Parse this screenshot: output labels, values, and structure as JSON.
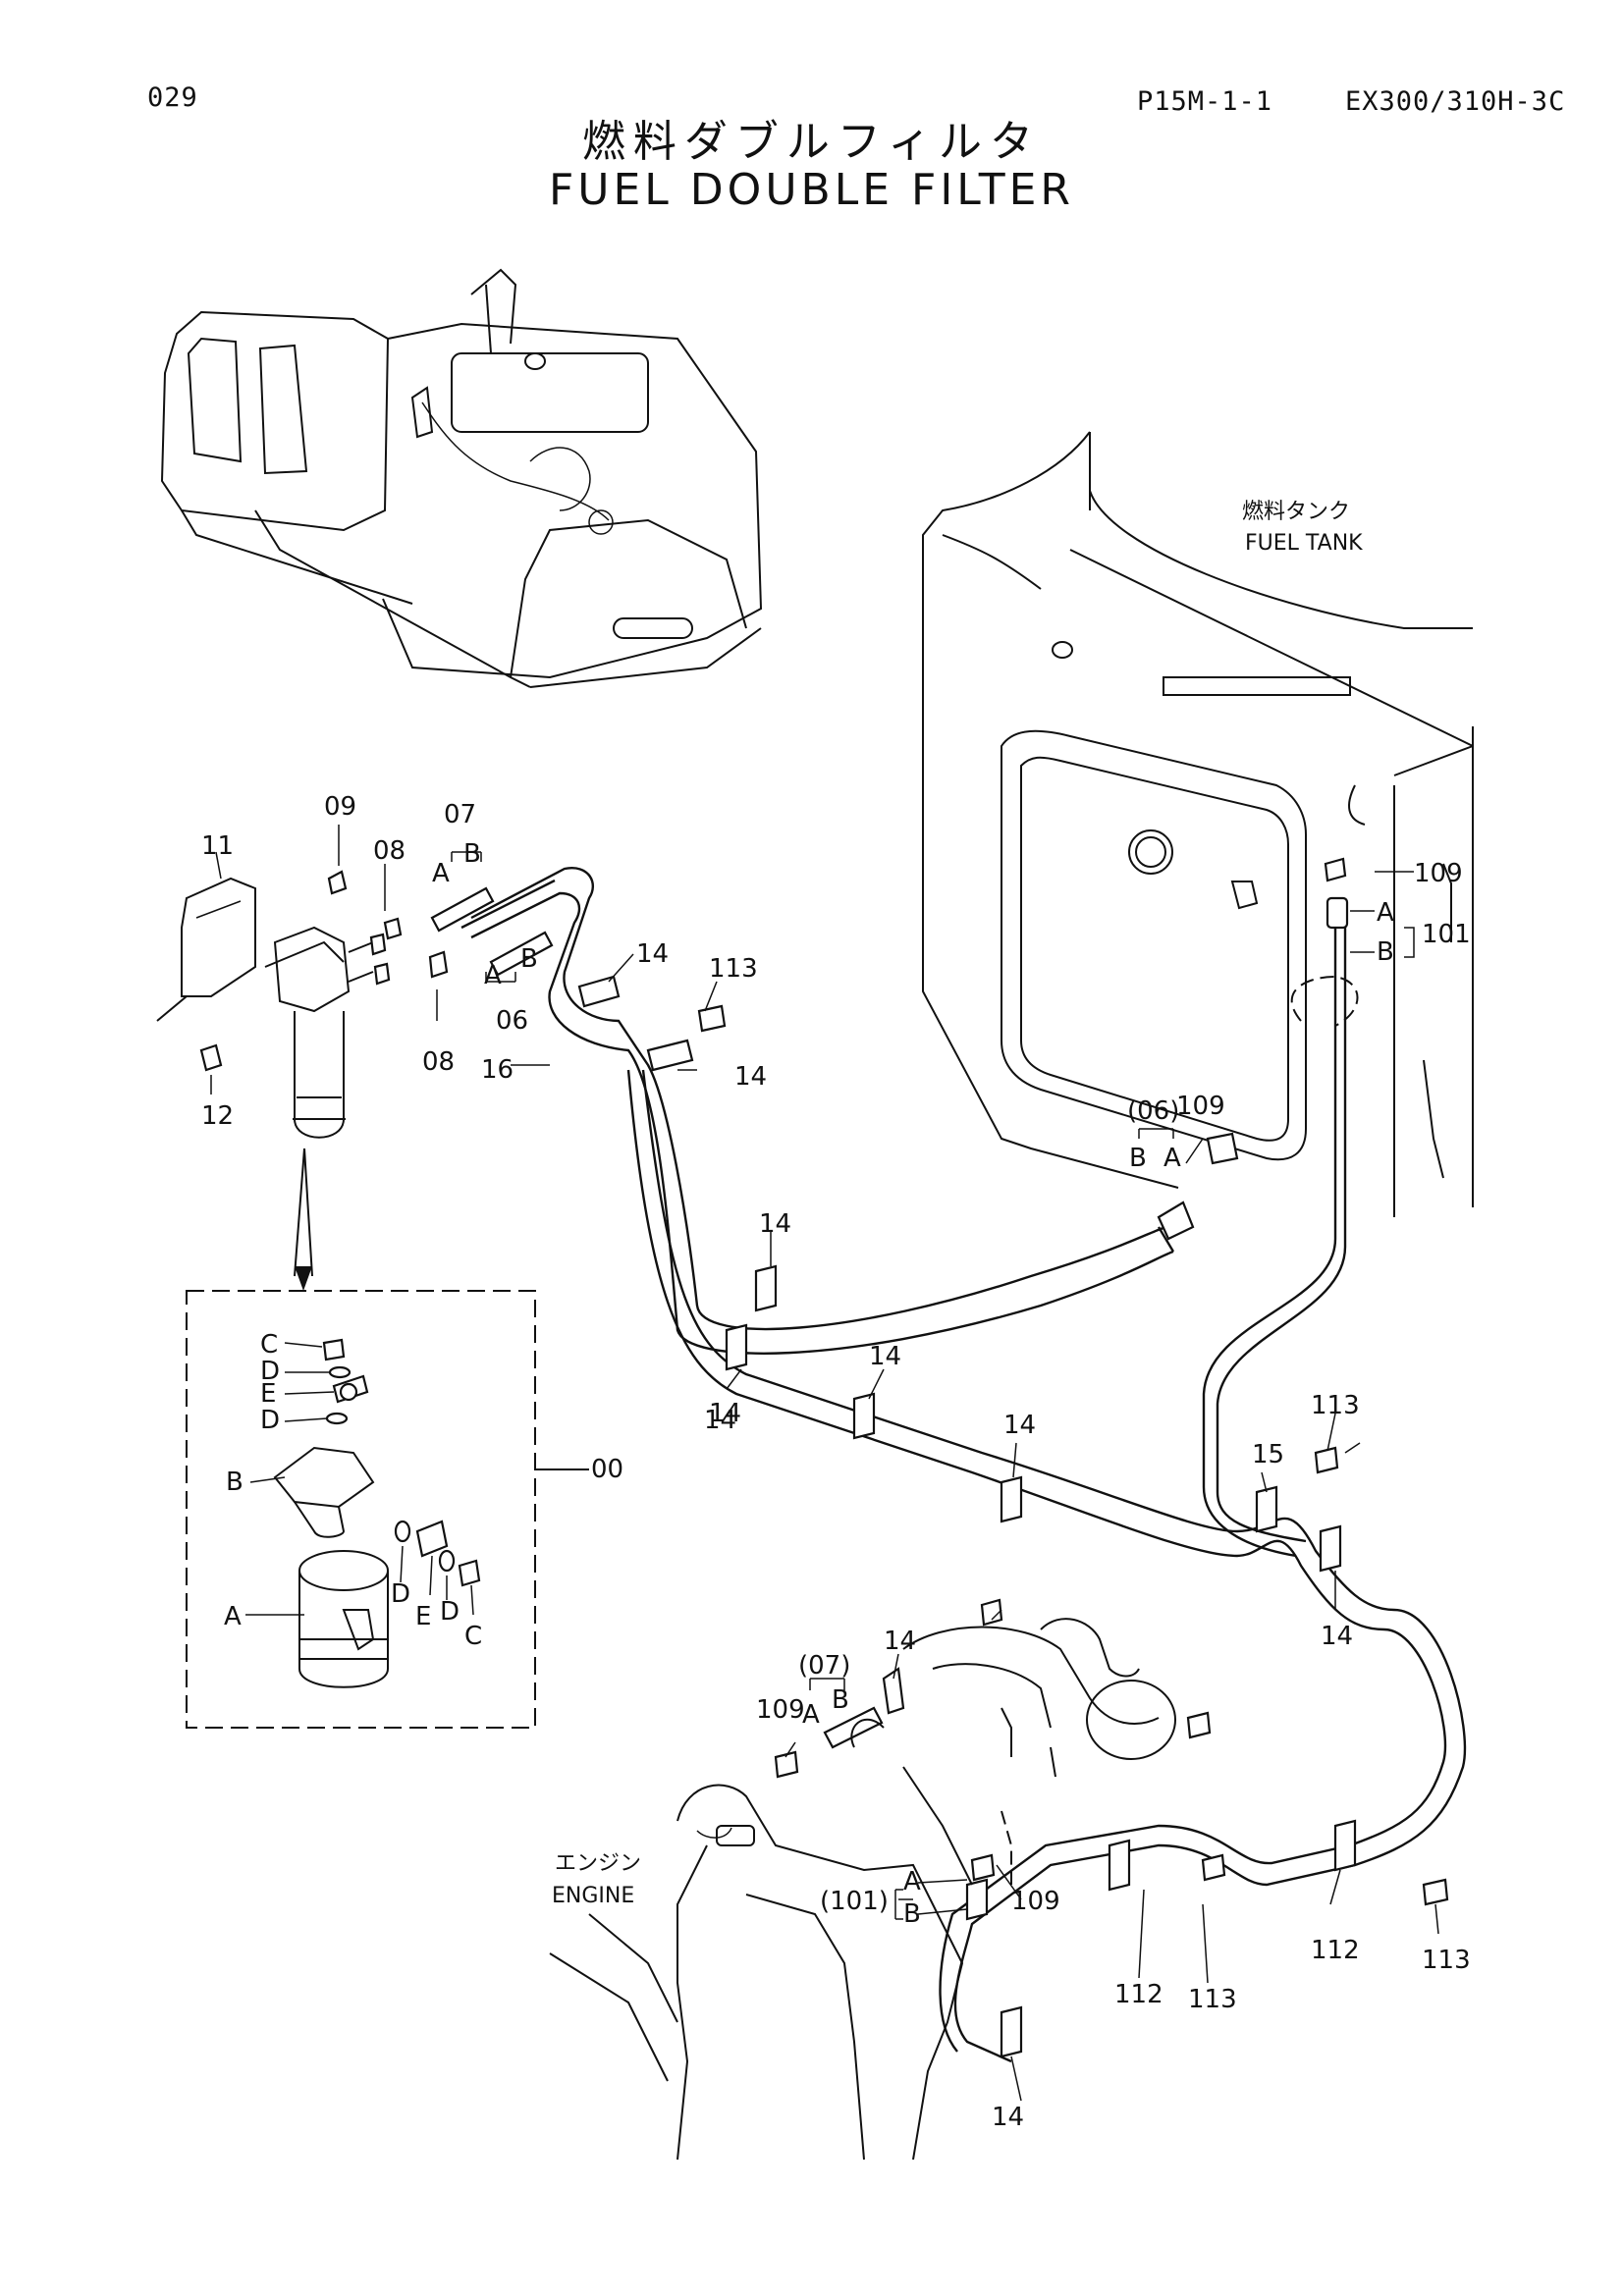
{
  "header": {
    "page_code": "029",
    "section_code": "P15M-1-1",
    "model": "EX300/310H-3C"
  },
  "title": {
    "jp": "燃料ダブルフィルタ",
    "en": "FUEL DOUBLE FILTER"
  },
  "annotations": {
    "fuel_tank_jp": "燃料タンク",
    "fuel_tank_en": "FUEL TANK",
    "engine_jp": "エンジン",
    "engine_en": "ENGINE"
  },
  "callouts": {
    "c00": "00",
    "c06": "06",
    "c06p": "(06)",
    "c07": "07",
    "c07p": "(07)",
    "c08a": "08",
    "c08b": "08",
    "c09": "09",
    "c11": "11",
    "c12": "12",
    "c14a": "14",
    "c14b": "14",
    "c14c": "14",
    "c14d": "14",
    "c14e": "14",
    "c14f": "14",
    "c14g": "14",
    "c14h": "14",
    "c14i": "14",
    "c14j": "14",
    "c15": "15",
    "c16": "16",
    "c101": "101",
    "c101p": "(101)",
    "c109a": "109",
    "c109b": "109",
    "c109c": "109",
    "c109d": "109",
    "c112a": "112",
    "c112b": "112",
    "c113a": "113",
    "c113b": "113",
    "c113c": "113",
    "c113d": "113"
  },
  "sub_letters": {
    "A": "A",
    "B": "B",
    "C": "C",
    "D": "D",
    "E": "E"
  }
}
